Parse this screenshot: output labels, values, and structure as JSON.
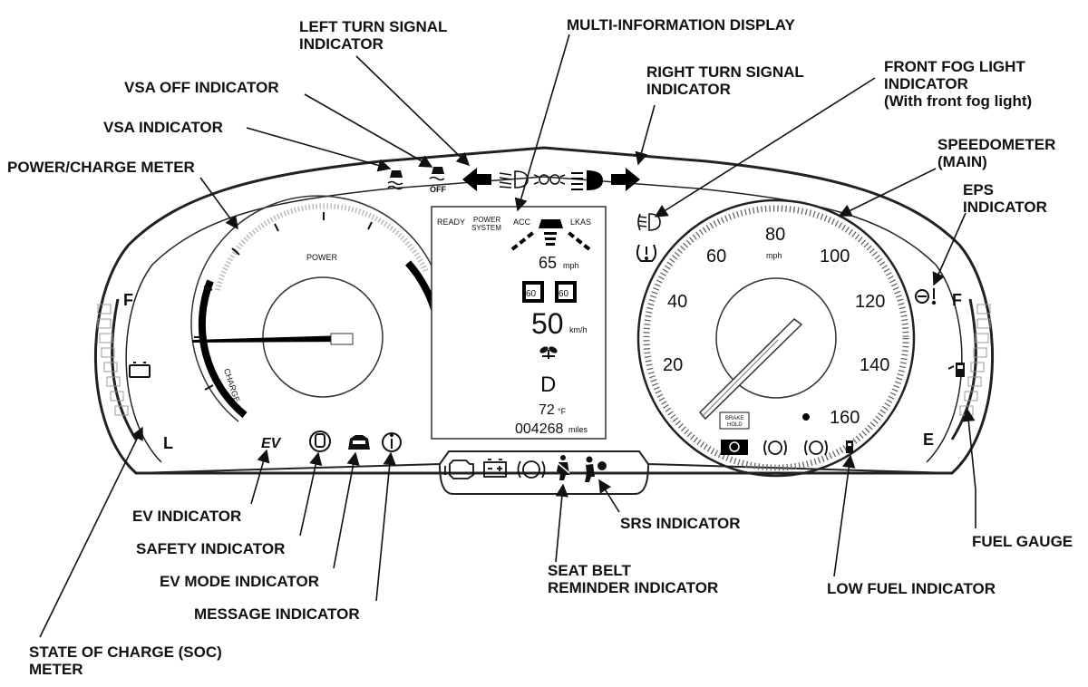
{
  "labels": {
    "left_turn_signal": [
      "LEFT TURN SIGNAL",
      "INDICATOR"
    ],
    "multi_information_display": "MULTI-INFORMATION DISPLAY",
    "right_turn_signal": [
      "RIGHT TURN SIGNAL",
      "INDICATOR"
    ],
    "front_fog_light": [
      "FRONT FOG LIGHT",
      "INDICATOR",
      "(With front fog light)"
    ],
    "vsa_off": "VSA OFF INDICATOR",
    "vsa": "VSA INDICATOR",
    "power_charge_meter": "POWER/CHARGE METER",
    "speedometer": [
      "SPEEDOMETER",
      "(MAIN)"
    ],
    "eps": [
      "EPS",
      "INDICATOR"
    ],
    "ev_indicator": "EV INDICATOR",
    "safety_indicator": "SAFETY INDICATOR",
    "ev_mode_indicator": "EV MODE INDICATOR",
    "message_indicator": "MESSAGE INDICATOR",
    "soc_meter": [
      "STATE OF CHARGE (SOC)",
      "METER"
    ],
    "seat_belt": [
      "SEAT BELT",
      "REMINDER INDICATOR"
    ],
    "srs": "SRS INDICATOR",
    "low_fuel": "LOW FUEL INDICATOR",
    "fuel_gauge": "FUEL GAUGE"
  },
  "cluster": {
    "soc_full_mark": "F",
    "soc_low_mark": "L",
    "fuel_full_mark": "F",
    "fuel_empty_mark": "E",
    "power_word": "POWER",
    "charge_word": "CHARGE",
    "ev_badge": "EV",
    "mid": {
      "ready": "READY",
      "power_system": [
        "POWER",
        "SYSTEM"
      ],
      "acc": "ACC",
      "lkas": "LKAS",
      "set_speed": "65",
      "set_speed_unit": "mph",
      "sign_left": "60",
      "sign_right": "60",
      "speed": "50",
      "speed_unit": "km/h",
      "gear": "D",
      "temperature": "72",
      "temperature_unit": "°F",
      "odometer": "004268",
      "odometer_unit": "miles"
    },
    "speedometer": {
      "unit": "mph",
      "ticks": [
        "20",
        "40",
        "60",
        "80",
        "100",
        "120",
        "140",
        "160"
      ],
      "brake_hold": [
        "BRAKE",
        "HOLD"
      ]
    },
    "fog_icon_text": "≣D",
    "vsa_off_text": "OFF"
  },
  "icons": [
    "vsa-icon",
    "vsa-off-icon",
    "left-arrow-icon",
    "low-beam-icon",
    "parking-light-icon",
    "high-beam-icon",
    "right-arrow-icon",
    "fog-light-icon",
    "tpms-icon",
    "eps-icon",
    "fuel-pump-icon",
    "check-engine-icon",
    "battery-icon",
    "abs-icon",
    "seat-belt-icon",
    "srs-icon",
    "safety-icon",
    "ev-mode-icon",
    "message-icon",
    "auto-brake-hold-icon",
    "brake-icon",
    "parking-brake-icon"
  ]
}
